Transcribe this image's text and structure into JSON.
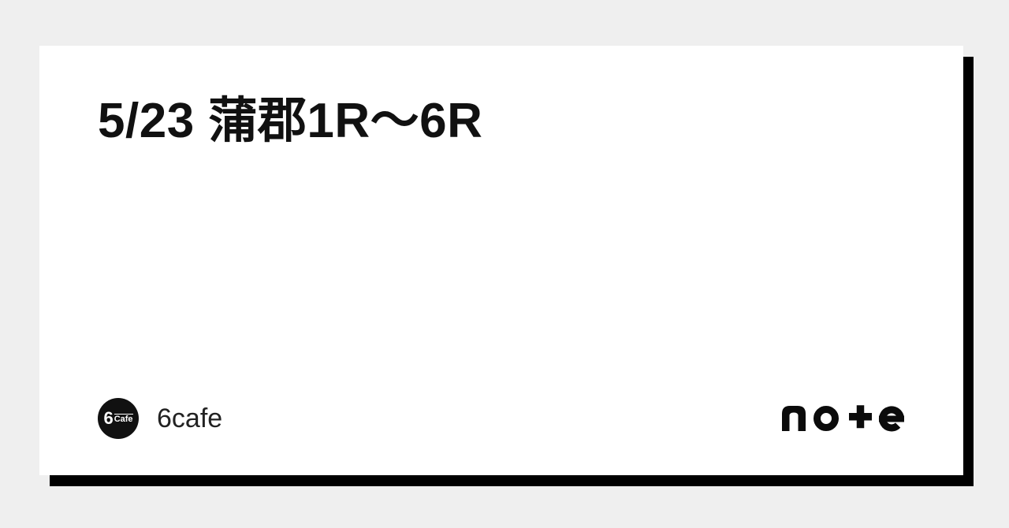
{
  "colors": {
    "page_background": "#efefef",
    "card_background": "#ffffff",
    "card_shadow": "#000000",
    "title_text": "#111111",
    "author_text": "#222222",
    "logo": "#0b0b0b",
    "avatar_background": "#111111",
    "avatar_text": "#ffffff"
  },
  "article": {
    "title": "5/23 蒲郡1R〜6R"
  },
  "author": {
    "name": "6cafe",
    "avatar_text_large": "6",
    "avatar_text_small": "Cafe"
  },
  "brand": {
    "name": "note"
  }
}
